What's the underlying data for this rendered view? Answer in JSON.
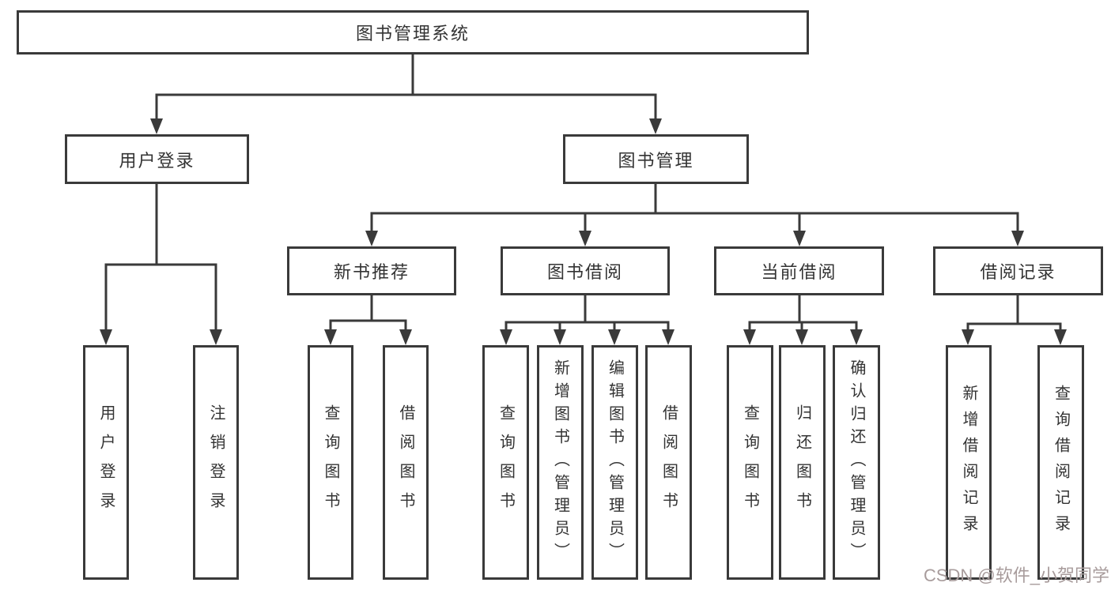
{
  "diagram_title": "图书管理系统",
  "watermark": {
    "text": "CSDN @软件_小贺同学",
    "color": "#a89c9c"
  },
  "style": {
    "line_color": "#3a3a3a",
    "box_background": "#ffffff",
    "text_color": "#333333"
  },
  "tree": {
    "root": {
      "label": "图书管理系统"
    },
    "branches": [
      {
        "label": "用户登录",
        "children": [
          {
            "label": "用户登录"
          },
          {
            "label": "注销登录"
          }
        ]
      },
      {
        "label": "图书管理",
        "children": [
          {
            "label": "新书推荐",
            "children": [
              {
                "label": "查询图书"
              },
              {
                "label": "借阅图书"
              }
            ]
          },
          {
            "label": "图书借阅",
            "children": [
              {
                "label": "查询图书"
              },
              {
                "label": "新增图书（管理员）"
              },
              {
                "label": "编辑图书（管理员）"
              },
              {
                "label": "借阅图书"
              }
            ]
          },
          {
            "label": "当前借阅",
            "children": [
              {
                "label": "查询图书"
              },
              {
                "label": "归还图书"
              },
              {
                "label": "确认归还（管理员）"
              }
            ]
          },
          {
            "label": "借阅记录",
            "children": [
              {
                "label": "新增借阅记录"
              },
              {
                "label": "查询借阅记录"
              }
            ]
          }
        ]
      }
    ]
  }
}
